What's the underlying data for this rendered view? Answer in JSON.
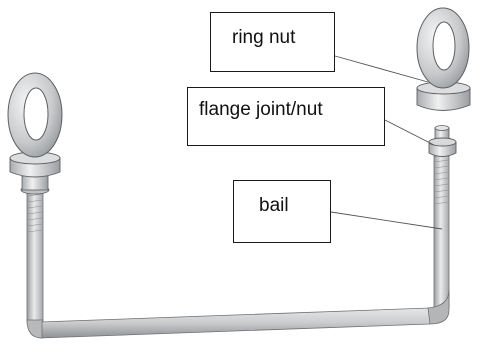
{
  "labels": {
    "ring_nut": "ring nut",
    "flange": "flange joint/nut",
    "bail": "bail"
  },
  "colors": {
    "steel": "#c4c6c8",
    "steel_dark": "#8e9194",
    "steel_light": "#eeeff0",
    "outline": "#3a3a3a",
    "leader": "#555555"
  }
}
